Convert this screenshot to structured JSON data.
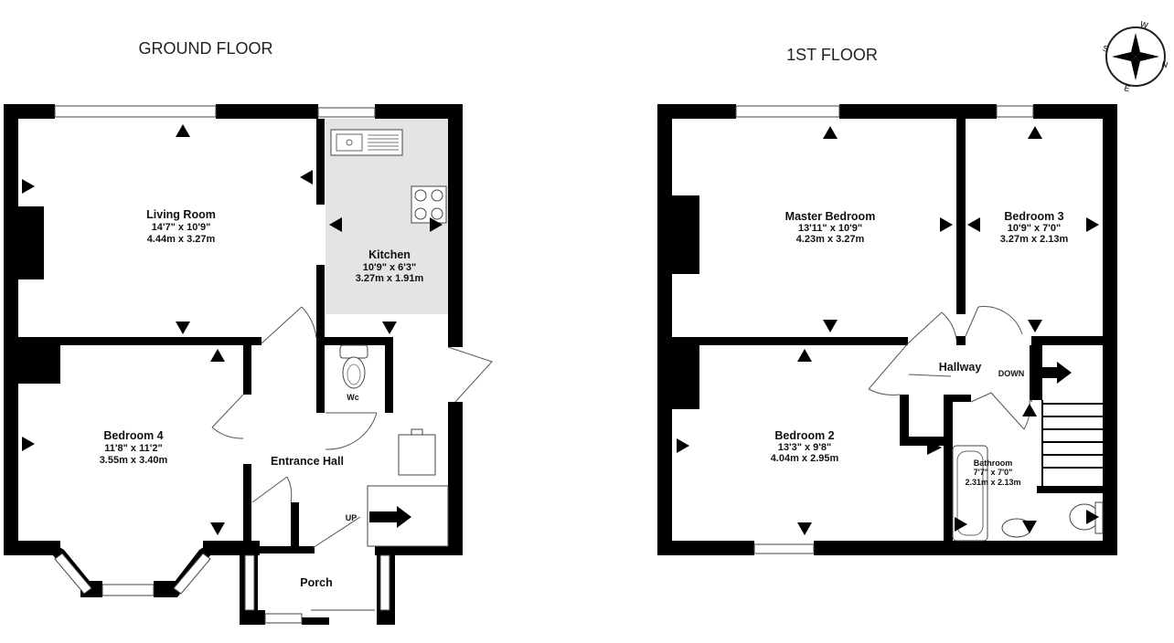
{
  "floors": [
    {
      "title": "GROUND FLOOR",
      "rooms": [
        {
          "name": "Living Room",
          "imperial": "14'7\"  x 10'9\"",
          "metric": "4.44m  x 3.27m"
        },
        {
          "name": "Kitchen",
          "imperial": "10'9\"  x 6'3\"",
          "metric": "3.27m  x 1.91m"
        },
        {
          "name": "Bedroom 4",
          "imperial": "11'8\"  x 11'2\"",
          "metric": "3.55m  x 3.40m"
        },
        {
          "name": "Entrance Hall"
        },
        {
          "name": "Porch"
        },
        {
          "name": "Wc"
        },
        {
          "name": "UP"
        }
      ]
    },
    {
      "title": "1ST FLOOR",
      "rooms": [
        {
          "name": "Master Bedroom",
          "imperial": "13'11\"  x 10'9\"",
          "metric": "4.23m  x 3.27m"
        },
        {
          "name": "Bedroom 3",
          "imperial": "10'9\"  x 7'0\"",
          "metric": "3.27m  x 2.13m"
        },
        {
          "name": "Bedroom 2",
          "imperial": "13'3\"  x 9'8\"",
          "metric": "4.04m  x 2.95m"
        },
        {
          "name": "Bathroom",
          "imperial": "7'7\"  x 7'0\"",
          "metric": "2.31m  x 2.13m"
        },
        {
          "name": "Hallway"
        },
        {
          "name": "DOWN"
        }
      ]
    }
  ],
  "compass": {
    "labels": [
      "W",
      "N",
      "E",
      "S"
    ]
  }
}
